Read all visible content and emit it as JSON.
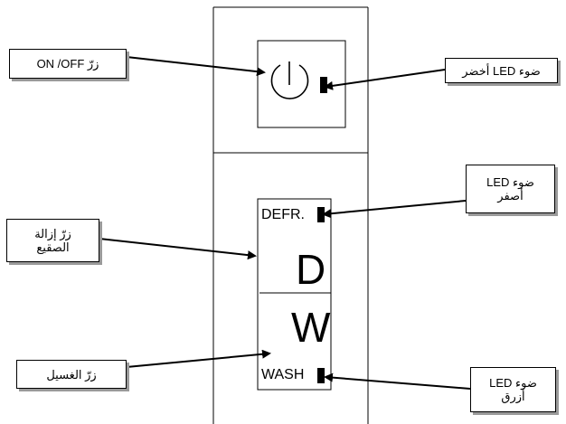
{
  "panel": {
    "defrost_label": "DEFR.",
    "defrost_letter": "D",
    "wash_letter": "W",
    "wash_label": "WASH"
  },
  "callouts": {
    "onoff_button": "زرّ ON /OFF",
    "green_led": "ضوء LED أخضر",
    "yellow_led_line1": "ضوء LED",
    "yellow_led_line2": "أصفر",
    "defrost_button_line1": "زرّ إزالة",
    "defrost_button_line2": "الصقيع",
    "wash_button": "زرّ الغسيل",
    "blue_led_line1": "ضوء LED",
    "blue_led_line2": "أزرق"
  },
  "icons": {
    "power": "power-icon"
  }
}
